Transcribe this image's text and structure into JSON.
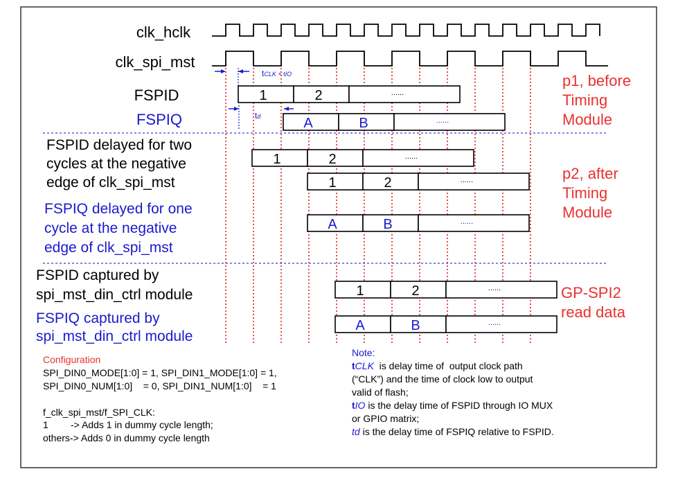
{
  "signals": {
    "clk_hclk": "clk_hclk",
    "clk_spi_mst": "clk_spi_mst",
    "fspid": "FSPID",
    "fspiq": "FSPIQ"
  },
  "timing_label": {
    "t": "t",
    "clk": "CLK",
    "plus": " + t",
    "io": "IO"
  },
  "td_label": {
    "t": "t",
    "d": "d"
  },
  "section_labels": {
    "p1": [
      "p1, before",
      "Timing",
      "Module"
    ],
    "p2": [
      "p2, after",
      "Timing",
      "Module"
    ],
    "gpspi2": [
      "GP-SPI2",
      "read data"
    ]
  },
  "row_labels": {
    "fspid_delayed": [
      "FSPID delayed for two",
      "cycles at the negative",
      "edge of clk_spi_mst"
    ],
    "fspiq_delayed": [
      "FSPIQ delayed for one",
      "cycle at the negative",
      "edge of clk_spi_mst"
    ],
    "fspid_captured": [
      "FSPID captured by",
      "spi_mst_din_ctrl module"
    ],
    "fspiq_captured": [
      "FSPIQ captured by",
      "spi_mst_din_ctrl module"
    ]
  },
  "data_values": {
    "d1": "1",
    "d2": "2",
    "qa": "A",
    "qb": "B",
    "dots": "......"
  },
  "configuration": {
    "title": "Configuration",
    "line1": "SPI_DIN0_MODE[1:0] = 1, SPI_DIN1_MODE[1:0] = 1,",
    "line2": "SPI_DIN0_NUM[1:0]    = 0, SPI_DIN1_NUM[1:0]    = 1",
    "ratio_title": "f_clk_spi_mst/f_SPI_CLK:",
    "ratio_1_key": "1",
    "ratio_1_val": "-> Adds 1 in dummy cycle length;",
    "ratio_other": "others-> Adds 0 in dummy cycle length"
  },
  "note": {
    "title": "Note:",
    "tclk_t": "t",
    "tclk_sym": "CLK",
    "tclk_text": "  is delay time of  output clock path",
    "tclk_line2": "(“CLK”) and the time of clock low to output",
    "tclk_line3": "valid of flash;",
    "tio_t": "t",
    "tio_sym": "IO",
    "tio_text": " is the delay time of FSPID through IO MUX",
    "tio_line2": "or GPIO matrix;",
    "td_sym": "td",
    "td_text": " is the delay time of FSPIQ relative to FSPID."
  },
  "colors": {
    "black": "#000000",
    "blue": "#1a1acc",
    "red": "#e8312f",
    "dotted_red": "#e02020",
    "dashed_blue": "#3a3ad6"
  }
}
